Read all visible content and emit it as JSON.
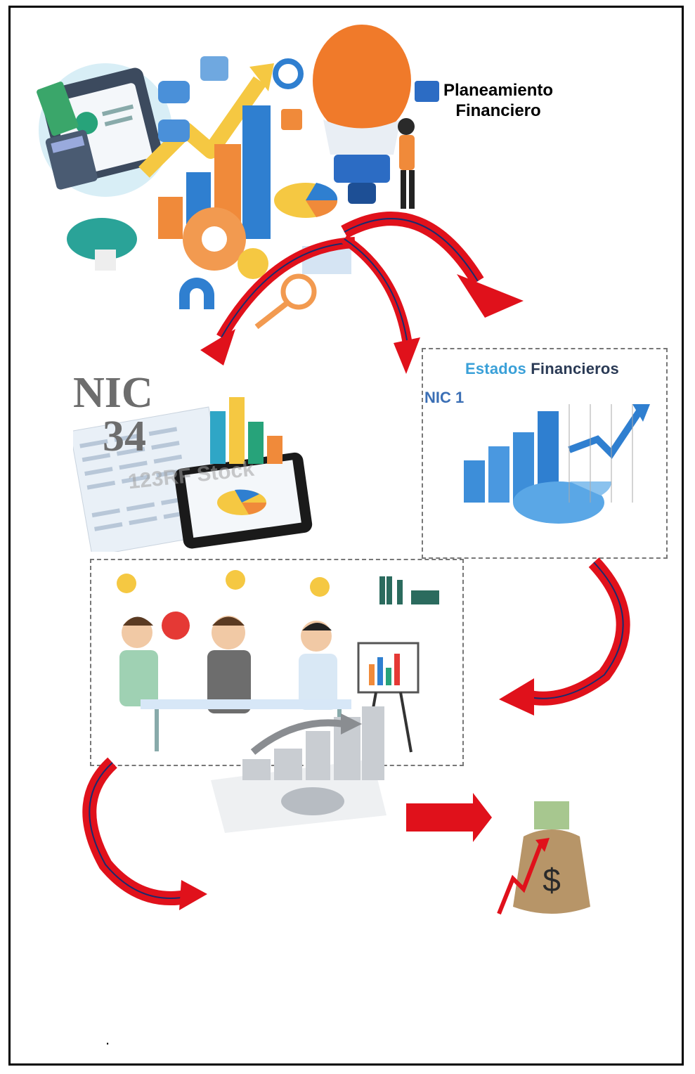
{
  "diagram": {
    "title": "Planeamiento\nFinanciero",
    "title_lines": [
      "Planeamiento",
      "Financiero"
    ],
    "nic34": {
      "line1": "NIC",
      "line2": "34"
    },
    "estados_financieros": {
      "word1": "Estados",
      "word2": "Financieros",
      "standard": "NIC 1"
    },
    "watermark": "123RF Stock",
    "footnote_dot": "."
  },
  "colors": {
    "arrow_red": "#e0111b",
    "arrow_outline": "#1a2b6e",
    "bulb_orange": "#f07a2a",
    "bar_blue": "#2f7fd0",
    "bar_orange": "#f08a3a",
    "bar_yellow": "#f5c842",
    "teal": "#3aa9a0"
  }
}
